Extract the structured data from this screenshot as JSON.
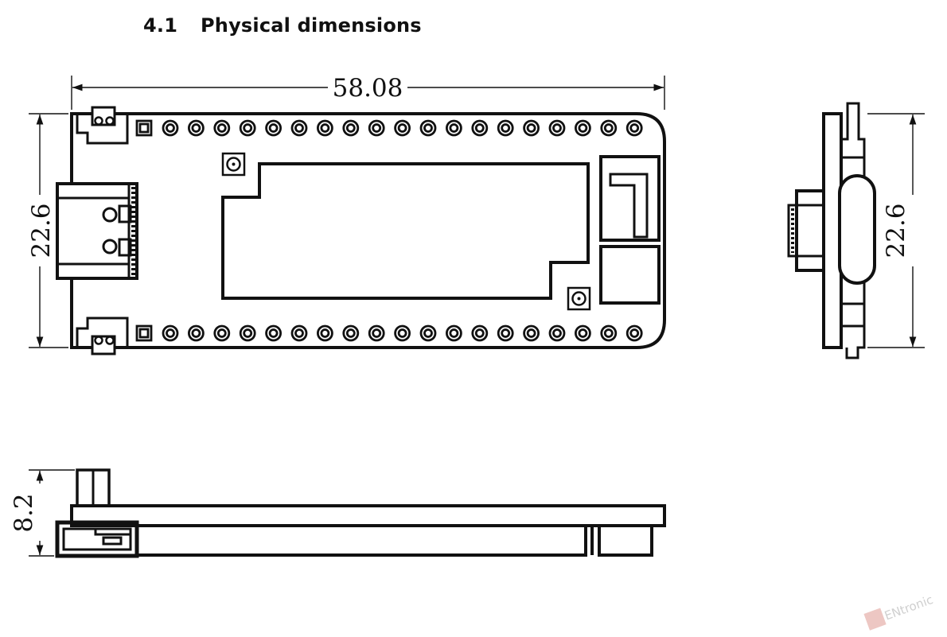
{
  "section": {
    "number": "4.1",
    "title": "Physical dimensions"
  },
  "dimensions": {
    "length": "58.08",
    "width_top_view": "22.6",
    "width_side_view": "22.6",
    "height": "8.2"
  },
  "watermark": "ENtronic",
  "colors": {
    "line": "#111111",
    "background": "#ffffff",
    "watermark": "#c0392b"
  }
}
